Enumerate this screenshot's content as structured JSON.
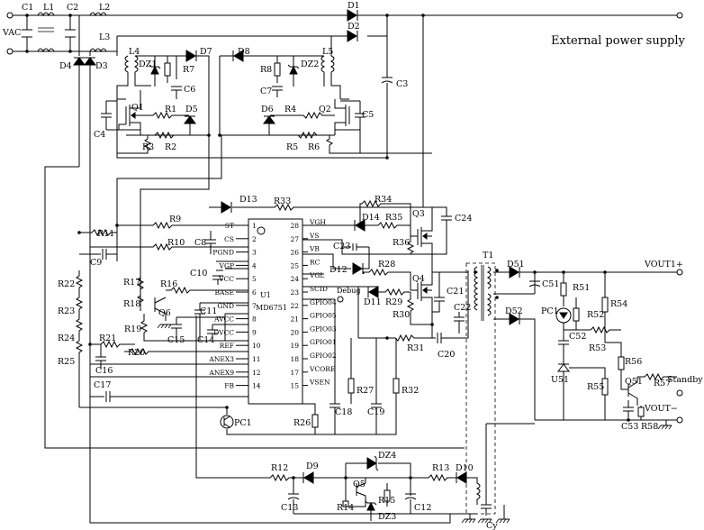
{
  "title": "External power supply",
  "ic": {
    "ref": "U1",
    "part": "MD6751",
    "debug": "Debug",
    "pins_left": [
      {
        "n": "1",
        "name": "ST"
      },
      {
        "n": "2",
        "name": "CS"
      },
      {
        "n": "3",
        "name": "PGND"
      },
      {
        "n": "4",
        "name": "VGP"
      },
      {
        "n": "5",
        "name": "VCC"
      },
      {
        "n": "6",
        "name": "BASE"
      },
      {
        "n": "7",
        "name": "GND"
      },
      {
        "n": "8",
        "name": "AVCC"
      },
      {
        "n": "9",
        "name": "DVCC"
      },
      {
        "n": "10",
        "name": "REF"
      },
      {
        "n": "11",
        "name": "ANEX3"
      },
      {
        "n": "12",
        "name": "ANEX9"
      },
      {
        "n": "14",
        "name": "FB"
      }
    ],
    "pins_right": [
      {
        "n": "28",
        "name": "VGH"
      },
      {
        "n": "27",
        "name": "VS"
      },
      {
        "n": "26",
        "name": "VB"
      },
      {
        "n": "25",
        "name": "RC"
      },
      {
        "n": "24",
        "name": "VGL"
      },
      {
        "n": "23",
        "name": "SCID"
      },
      {
        "n": "22",
        "name": "GPIO04"
      },
      {
        "n": "21",
        "name": "GPIO05"
      },
      {
        "n": "20",
        "name": "GPIO03"
      },
      {
        "n": "19",
        "name": "GPIO01"
      },
      {
        "n": "18",
        "name": "GPIO02"
      },
      {
        "n": "17",
        "name": "VCORE"
      },
      {
        "n": "15",
        "name": "VSEN"
      }
    ]
  },
  "terminals": {
    "vac": "VAC",
    "vout1": "VOUT1+",
    "vout_minus": "VOUT−",
    "standby": "Standby"
  },
  "labels": {
    "C1": "C1",
    "L1": "L1",
    "C2": "C2",
    "L2": "L2",
    "L3": "L3",
    "D1": "D1",
    "D2": "D2",
    "D3": "D3",
    "D4": "D4",
    "L4": "L4",
    "L5": "L5",
    "DZ1": "DZ1",
    "DZ2": "DZ2",
    "D7": "D7",
    "D8": "D8",
    "R7": "R7",
    "R8": "R8",
    "C6": "C6",
    "C7": "C7",
    "C3": "C3",
    "Q1": "Q1",
    "Q2": "Q2",
    "R1": "R1",
    "D5": "D5",
    "D6": "D6",
    "R4": "R4",
    "C4": "C4",
    "C5": "C5",
    "R3": "R3",
    "R2": "R2",
    "R5": "R5",
    "R6": "R6",
    "D13": "D13",
    "R33": "R33",
    "R34": "R34",
    "D14": "D14",
    "R35": "R35",
    "Q3": "Q3",
    "C24": "C24",
    "R36": "R36",
    "C23": "C23",
    "D12": "D12",
    "R28": "R28",
    "Q4": "Q4",
    "D11": "D11",
    "R29": "R29",
    "R30": "R30",
    "C21": "C21",
    "C22": "C22",
    "R31": "R31",
    "C20": "C20",
    "T1": "T1",
    "D51": "D51",
    "D52": "D52",
    "C51": "C51",
    "R51": "R51",
    "R52": "R52",
    "PC1a": "PC1",
    "C52": "C52",
    "R53": "R53",
    "R54": "R54",
    "U51": "U51",
    "R55": "R55",
    "R56": "R56",
    "Q51": "Q51",
    "R57": "R57",
    "C53": "C53",
    "R58": "R58",
    "R9": "R9",
    "C8": "C8",
    "R10": "R10",
    "R11": "R11",
    "C9": "C9",
    "C10": "C10",
    "R16": "R16",
    "R17": "R17",
    "R18": "R18",
    "Q6": "Q6",
    "C11": "C11",
    "C15": "C15",
    "C14": "C14",
    "R19": "R19",
    "R21": "R21",
    "R20": "R20",
    "C16": "C16",
    "C17": "C17",
    "R22": "R22",
    "R23": "R23",
    "R24": "R24",
    "R25": "R25",
    "PC1b": "PC1",
    "R26": "R26",
    "C18": "C18",
    "C19": "C19",
    "R27": "R27",
    "R32": "R32",
    "R12": "R12",
    "D9": "D9",
    "C13": "C13",
    "DZ4": "DZ4",
    "Q5": "Q5",
    "R14": "R14",
    "R15": "R15",
    "DZ3": "DZ3",
    "C12": "C12",
    "R13": "R13",
    "D10": "D10",
    "Cy": "Cy"
  }
}
